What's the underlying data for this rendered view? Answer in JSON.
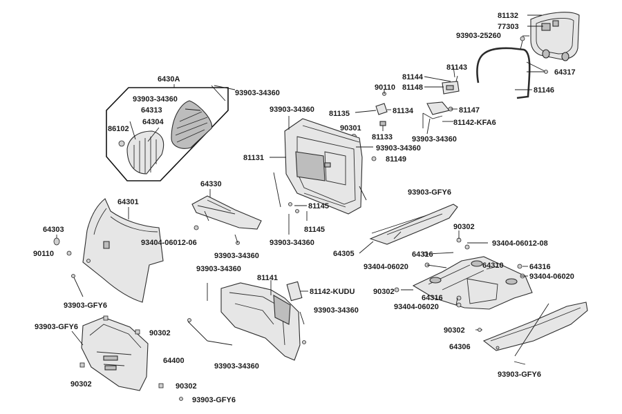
{
  "labels": {
    "l81132": "81132",
    "l77303": "77303",
    "l93903_25260": "93903-25260",
    "l64317": "64317",
    "l81146": "81146",
    "l81144": "81144",
    "l81143": "81143",
    "l90110_top": "90110",
    "l81148": "81148",
    "l81135": "81135",
    "l81134": "81134",
    "l81147": "81147",
    "l90301": "90301",
    "l81142_KFA6": "81142-KFA6",
    "l81133": "81133",
    "l93903_34360_a": "93903-34360",
    "l93903_34360_b": "93903-34360",
    "l81149": "81149",
    "l6430A": "6430A",
    "l93903_34360_c": "93903-34360",
    "l93903_34360_d": "93903-34360",
    "l64313": "64313",
    "l86102": "86102",
    "l64304": "64304",
    "l93903_34360_e": "93903-34360",
    "l81131": "81131",
    "l64330": "64330",
    "l93903_GFY6_a": "93903-GFY6",
    "l64301": "64301",
    "l81145_a": "81145",
    "l81145_b": "81145",
    "l64303": "64303",
    "l90110_left": "90110",
    "l93404_06012_06": "93404-06012-06",
    "l93903_34360_f": "93903-34360",
    "l93903_34360_g": "93903-34360",
    "l90302_a": "90302",
    "l93404_06012_08": "93404-06012-08",
    "l64305": "64305",
    "l64316_a": "64316",
    "l93404_06020_a": "93404-06020",
    "l64310": "64310",
    "l64316_b": "64316",
    "l93404_06020_b": "93404-06020",
    "l93903_34360_h": "93903-34360",
    "l81141": "81141",
    "l81142_KUDU": "81142-KUDU",
    "l93903_GFY6_b": "93903-GFY6",
    "l90302_b": "90302",
    "l64316_c": "64316",
    "l93404_06020_c": "93404-06020",
    "l93903_34360_i": "93903-34360",
    "l93903_GFY6_c": "93903-GFY6",
    "l90302_c": "90302",
    "l90302_d": "90302",
    "l64306": "64306",
    "l64400": "64400",
    "l93903_34360_j": "93903-34360",
    "l90302_e": "90302",
    "l90302_f": "90302",
    "l93903_GFY6_d": "93903-GFY6",
    "l93903_GFY6_e": "93903-GFY6"
  }
}
